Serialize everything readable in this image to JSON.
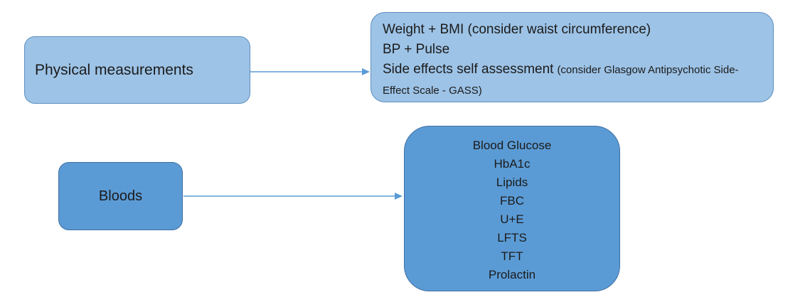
{
  "colors": {
    "light_box_fill": "#9DC3E6",
    "light_box_border": "#5E8FBF",
    "dark_box_fill": "#5B9BD5",
    "dark_box_border": "#3E6FA3",
    "arrow": "#5B9BD5",
    "text": "#1b1b1b",
    "background": "#ffffff"
  },
  "nodes": {
    "physical": {
      "label": "Physical measurements"
    },
    "physical_details": {
      "line1": "Weight + BMI (consider waist circumference)",
      "line2": "BP + Pulse",
      "line3_main": "Side effects self assessment",
      "line3_note": "(consider Glasgow Antipsychotic Side-Effect Scale - GASS)"
    },
    "bloods": {
      "label": "Bloods"
    },
    "bloods_results": {
      "items": [
        "Blood Glucose",
        "HbA1c",
        "Lipids",
        "FBC",
        "U+E",
        "LFTS",
        "TFT",
        "Prolactin"
      ]
    }
  },
  "edges": [
    {
      "from": "physical",
      "to": "physical_details"
    },
    {
      "from": "bloods",
      "to": "bloods_results"
    }
  ]
}
